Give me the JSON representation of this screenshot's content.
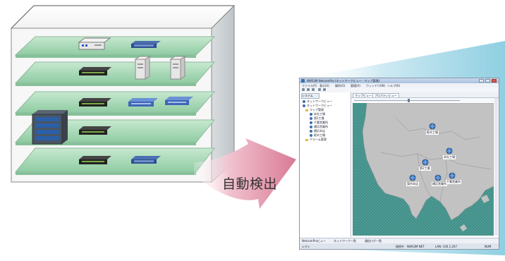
{
  "detect_label": "自動検出",
  "window": {
    "title": "NWS3M NetcomPro (ネットワークビュー - マップ管理)",
    "menu": [
      "ファイル(F)",
      "表示(V)",
      "操作(O)",
      "管理(A)",
      "ウィンドウ(W)",
      "ヘルプ(H)"
    ],
    "tree_tab": "システム",
    "tree_items": [
      "ネットワークビュー",
      "ネットワークビュー",
      "マップ管理",
      "本社工場",
      "第2工場",
      "千葉営業所",
      "横浜営業所",
      "横浜本店",
      "栃木工場",
      "アラーム管理"
    ],
    "main_tabs": [
      "マップビュー",
      "プロパティビュー"
    ],
    "map_nodes": [
      "栃木工場",
      "本社工場",
      "第2工場",
      "千葉営業所",
      "横浜営業所",
      "東京本店"
    ],
    "bottom_tabs": [
      "NetcomProビュー",
      "ネットワーク一覧",
      "通信ログ一覧"
    ],
    "status": [
      "レディ",
      "接続中",
      "NWS3M NET",
      "LAN: 100.1.207",
      "NUM"
    ]
  },
  "colors": {
    "floor": "#a9d8b8",
    "arrow": "#d98aa0",
    "beam": "#9fd6e8",
    "map_land": "#bfbfbf",
    "map_sea": "#3f8f88"
  }
}
